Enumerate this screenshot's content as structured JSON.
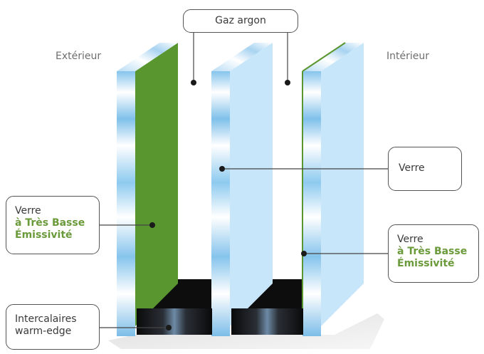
{
  "labels": {
    "exterior": "Extérieur",
    "interior": "Intérieur"
  },
  "callouts": {
    "gas": {
      "text": "Gaz argon"
    },
    "glass": {
      "text": "Verre"
    },
    "low_e_left": {
      "line1": "Verre",
      "line2": "à Très Basse",
      "line3": "Émissivité"
    },
    "low_e_right": {
      "line1": "Verre",
      "line2": "à Très Basse",
      "line3": "Émissivité"
    },
    "spacers": {
      "line1": "Intercalaires",
      "line2": "warm-edge"
    }
  },
  "colors": {
    "coating_green": "#5a9630",
    "highlight_text": "#6a9a3a",
    "glass_face": "#c8e6fa",
    "glass_edge": "#8ecaef",
    "spacer": "#111111"
  }
}
